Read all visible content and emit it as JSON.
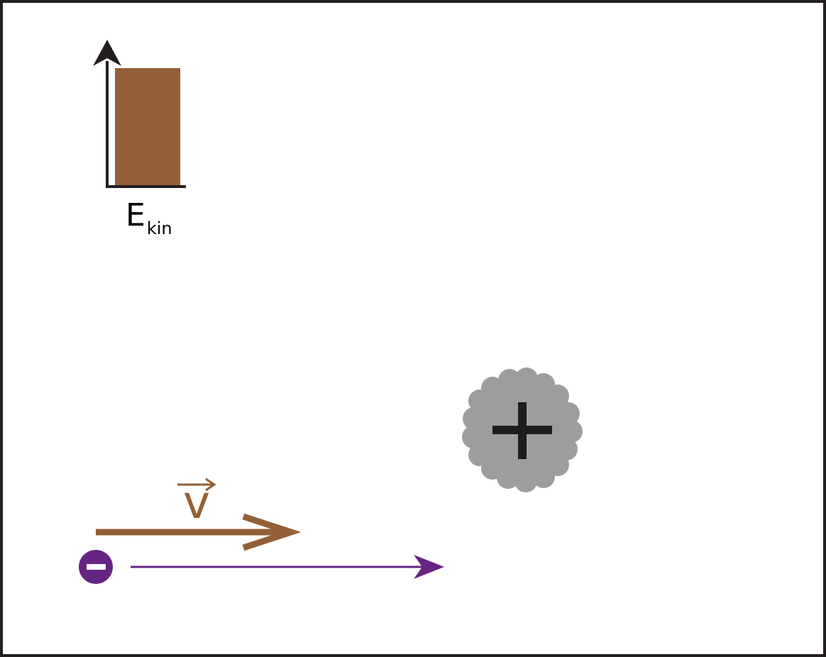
{
  "energy_gauge": {
    "label_main": "E",
    "label_sub": "kin",
    "level": 1.0,
    "bar_color": "#935f37",
    "axis_color": "#231f20"
  },
  "velocity": {
    "symbol": "v",
    "color": "#935f37"
  },
  "electron": {
    "charge_symbol": "−",
    "color": "#662483",
    "motion_arrow_color": "#662483"
  },
  "nucleus": {
    "charge_symbol": "+",
    "color": "#9d9d9c",
    "symbol_color": "#1d1d1b"
  }
}
